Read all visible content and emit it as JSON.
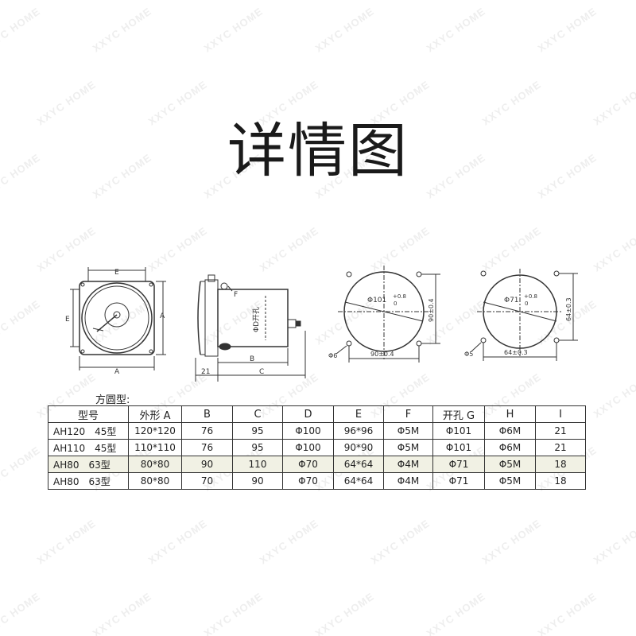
{
  "page": {
    "title": "详情图",
    "watermark": "XXYC HOME"
  },
  "drawings": {
    "front": {
      "label_top": "E",
      "label_left": "E",
      "label_right": "A",
      "label_bottom": "A"
    },
    "side": {
      "label_f": "F",
      "label_d": "ΦD开孔",
      "label_21": "21",
      "label_b": "B",
      "label_c": "C"
    },
    "hole_big": {
      "dia": "Φ101",
      "tol": "+0.8",
      "tol2": "0",
      "pitch_h": "90±0.4",
      "pitch_v": "90±0.4",
      "hole": "Φ6"
    },
    "hole_small": {
      "dia": "Φ71",
      "tol": "+0.8",
      "tol2": "0",
      "pitch_h": "64±0.3",
      "pitch_v": "64±0.3",
      "hole": "Φ5"
    }
  },
  "table": {
    "caption": "方圆型:",
    "headers": [
      "型号",
      "外形 A",
      "B",
      "C",
      "D",
      "E",
      "F",
      "开孔 G",
      "H",
      "I"
    ],
    "rows": [
      [
        "AH120　45型",
        "120*120",
        "76",
        "95",
        "Φ100",
        "96*96",
        "Φ5M",
        "Φ101",
        "Φ6M",
        "21"
      ],
      [
        "AH110　45型",
        "110*110",
        "76",
        "95",
        "Φ100",
        "90*90",
        "Φ5M",
        "Φ101",
        "Φ6M",
        "21"
      ],
      [
        "AH80　63型",
        "80*80",
        "90",
        "110",
        "Φ70",
        "64*64",
        "Φ4M",
        "Φ71",
        "Φ5M",
        "18"
      ],
      [
        "AH80　63型",
        "80*80",
        "70",
        "90",
        "Φ70",
        "64*64",
        "Φ4M",
        "Φ71",
        "Φ5M",
        "18"
      ]
    ]
  }
}
